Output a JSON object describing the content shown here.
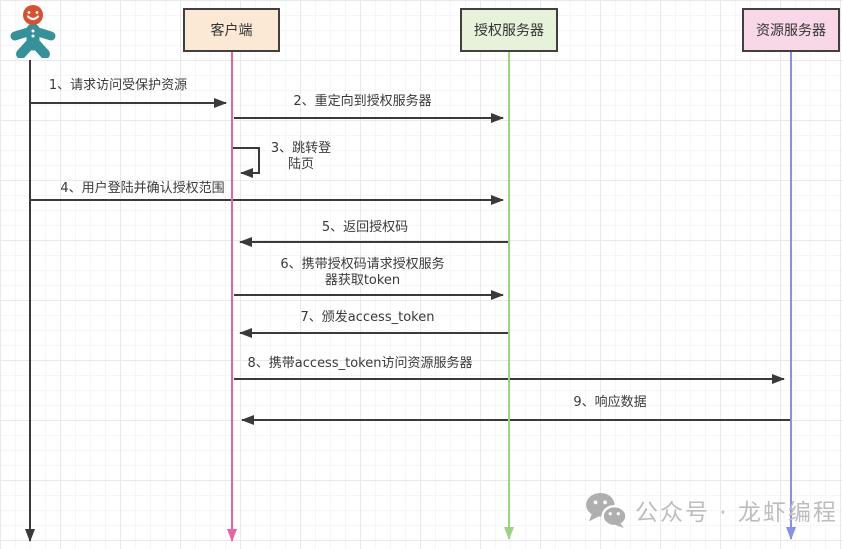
{
  "actors": [
    {
      "id": "user",
      "label": "",
      "icon": "gingerbread-user-icon",
      "lifeline_color": "#3A3A3A"
    },
    {
      "id": "client",
      "label": "客户端",
      "fill": "#FBE9D6",
      "lifeline_color": "#F0609F"
    },
    {
      "id": "auth_server",
      "label": "授权服务器",
      "fill": "#E6F2DA",
      "lifeline_color": "#9ED380"
    },
    {
      "id": "resource_server",
      "label": "资源服务器",
      "fill": "#F8D8E8",
      "lifeline_color": "#8490EA"
    }
  ],
  "messages": [
    {
      "num": 1,
      "label": "1、请求访问受保护资源",
      "from": "user",
      "to": "client"
    },
    {
      "num": 2,
      "label": "2、重定向到授权服务器",
      "from": "client",
      "to": "auth_server"
    },
    {
      "num": 3,
      "label": "3、跳转登陆页",
      "lines": [
        "3、跳转登",
        "陆页"
      ],
      "from": "client",
      "to": "client",
      "self_message": true
    },
    {
      "num": 4,
      "label": "4、用户登陆并确认授权范围",
      "from": "user",
      "to": "auth_server"
    },
    {
      "num": 5,
      "label": "5、返回授权码",
      "from": "auth_server",
      "to": "client"
    },
    {
      "num": 6,
      "label": "6、携带授权码请求授权服务器获取token",
      "lines": [
        "6、携带授权码请求授权服务",
        "器获取token"
      ],
      "from": "client",
      "to": "auth_server"
    },
    {
      "num": 7,
      "label": "7、颁发access_token",
      "from": "auth_server",
      "to": "client"
    },
    {
      "num": 8,
      "label": "8、携带access_token访问资源服务器",
      "from": "client",
      "to": "resource_server"
    },
    {
      "num": 9,
      "label": "9、响应数据",
      "from": "resource_server",
      "to": "client"
    }
  ],
  "watermark": {
    "text": "公众号 · 龙虾编程",
    "icon": "wechat-icon",
    "color": "#BDBDBD"
  },
  "arrow_color": "#3A3A3A"
}
